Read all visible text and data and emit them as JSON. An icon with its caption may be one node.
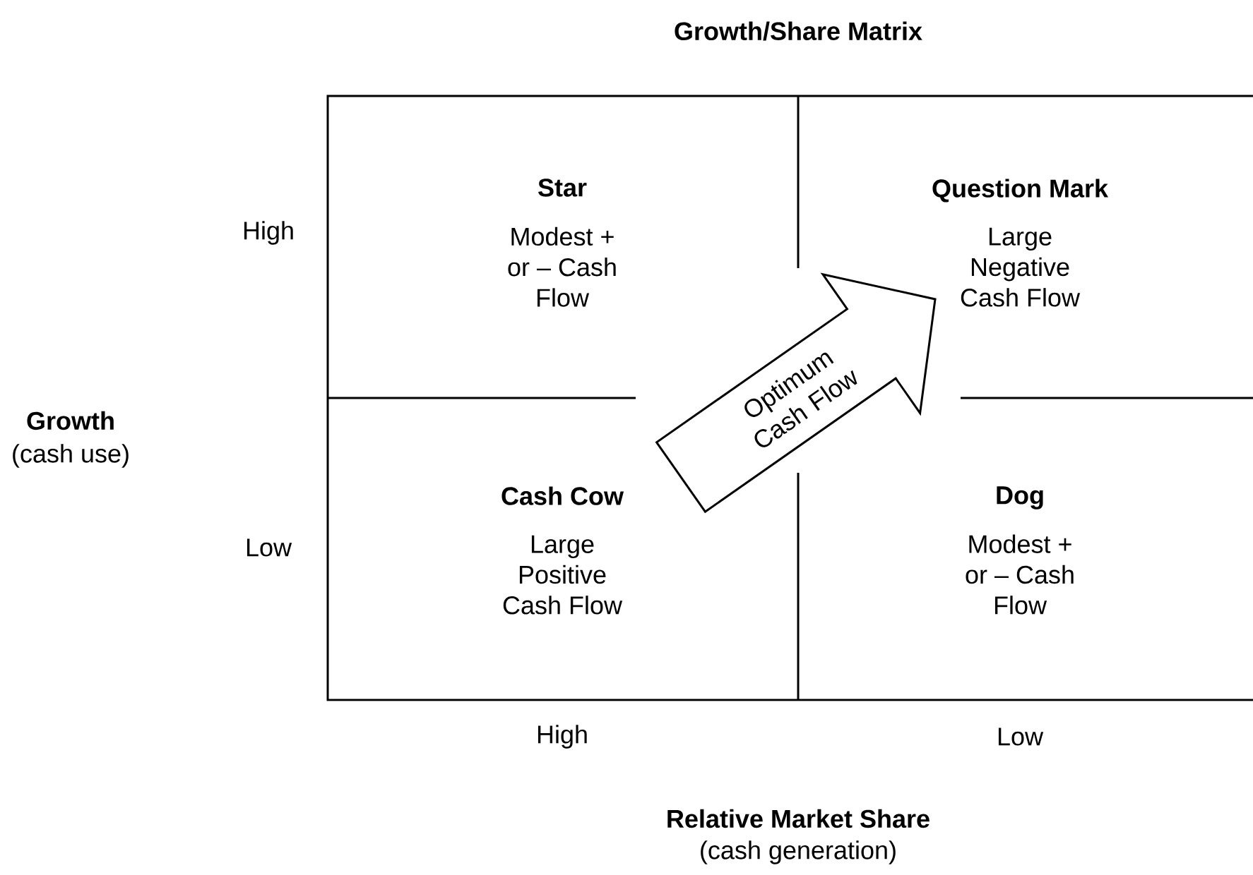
{
  "diagram": {
    "title": "Growth/Share Matrix",
    "nodes": [
      {
        "text": [
          "Star",
          "Modest + or – Cash Flow"
        ]
      },
      {
        "text": [
          "Question Mark",
          "Large Negative Cash Flow"
        ]
      },
      {
        "text": [
          "Cash Cow",
          "Large Positive Cash Flow"
        ]
      },
      {
        "text": [
          "Dog",
          "Modest + or – Cash Flow"
        ]
      }
    ],
    "edges": [
      {
        "from": 2,
        "to": 1,
        "arrow": "to",
        "label": "Optimum Cash Flow"
      }
    ],
    "labels": [
      "High",
      "Growth",
      "(cash use)",
      "Low",
      "High",
      "Low",
      "Relative Market Share",
      "(cash generation)"
    ]
  }
}
